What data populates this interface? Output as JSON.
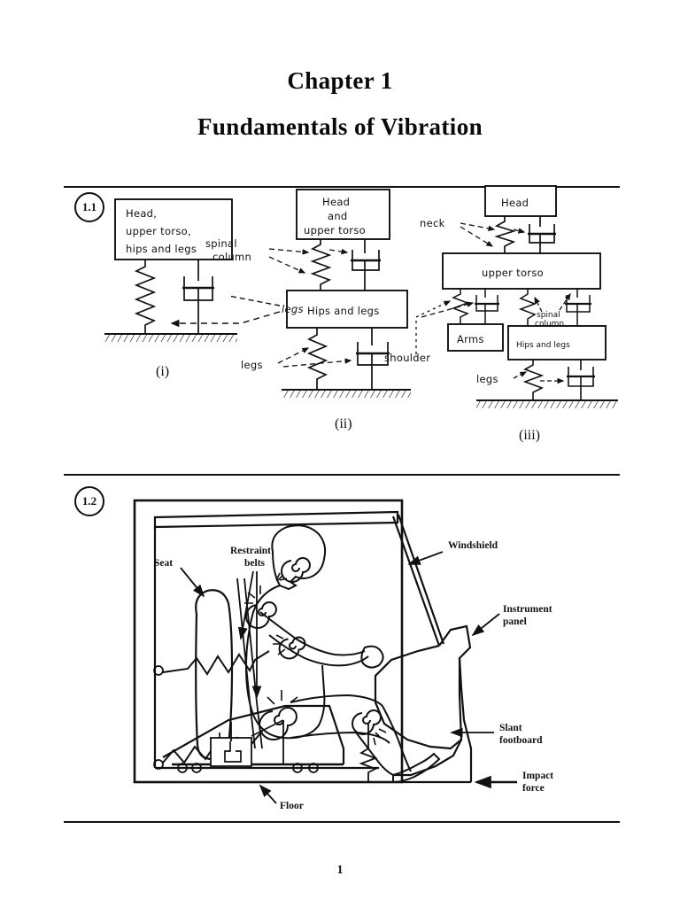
{
  "page": {
    "chapter_label": "Chapter 1",
    "chapter_title": "Fundamentals of Vibration",
    "page_number": "1",
    "background_color": "#ffffff",
    "ink_color": "#111111"
  },
  "figures": [
    {
      "badge": "1.1",
      "caption_models": [
        "(i)",
        "(ii)",
        "(iii)"
      ],
      "model_i": {
        "roman": "(i)",
        "masses": [
          {
            "label": "Head,\nupper torso,\nhips and legs",
            "lines": [
              "Head,",
              "upper torso,",
              "hips and legs"
            ]
          }
        ],
        "element_labels": [
          "legs"
        ]
      },
      "model_ii": {
        "roman": "(ii)",
        "masses": [
          {
            "lines": [
              "Head",
              "and",
              "upper torso"
            ]
          },
          {
            "lines": [
              "Hips and legs"
            ]
          }
        ],
        "element_labels": [
          "spinal\ncolumn",
          "legs"
        ],
        "element_labels_split": [
          [
            "spinal",
            "column"
          ],
          [
            "legs"
          ]
        ]
      },
      "model_iii": {
        "roman": "(iii)",
        "masses": [
          {
            "lines": [
              "Head"
            ]
          },
          {
            "lines": [
              "upper torso"
            ]
          },
          {
            "lines": [
              "Arms"
            ]
          },
          {
            "lines": [
              "Hips and legs"
            ]
          }
        ],
        "element_labels": [
          "neck",
          "shoulder",
          "spinal column",
          "legs"
        ],
        "element_labels_split": [
          [
            "neck"
          ],
          [
            "shoulder"
          ],
          [
            "spinal",
            "column"
          ],
          [
            "legs"
          ]
        ]
      }
    },
    {
      "badge": "1.2",
      "callouts": [
        {
          "id": "seat",
          "lines": [
            "Seat"
          ]
        },
        {
          "id": "restraint-belts",
          "lines": [
            "Restraint",
            "belts"
          ]
        },
        {
          "id": "windshield",
          "lines": [
            "Windshield"
          ]
        },
        {
          "id": "instrument-panel",
          "lines": [
            "Instrument",
            "panel"
          ]
        },
        {
          "id": "slant-footboard",
          "lines": [
            "Slant",
            "footboard"
          ]
        },
        {
          "id": "impact-force",
          "lines": [
            "Impact",
            "force"
          ]
        },
        {
          "id": "floor",
          "lines": [
            "Floor"
          ]
        }
      ]
    }
  ]
}
